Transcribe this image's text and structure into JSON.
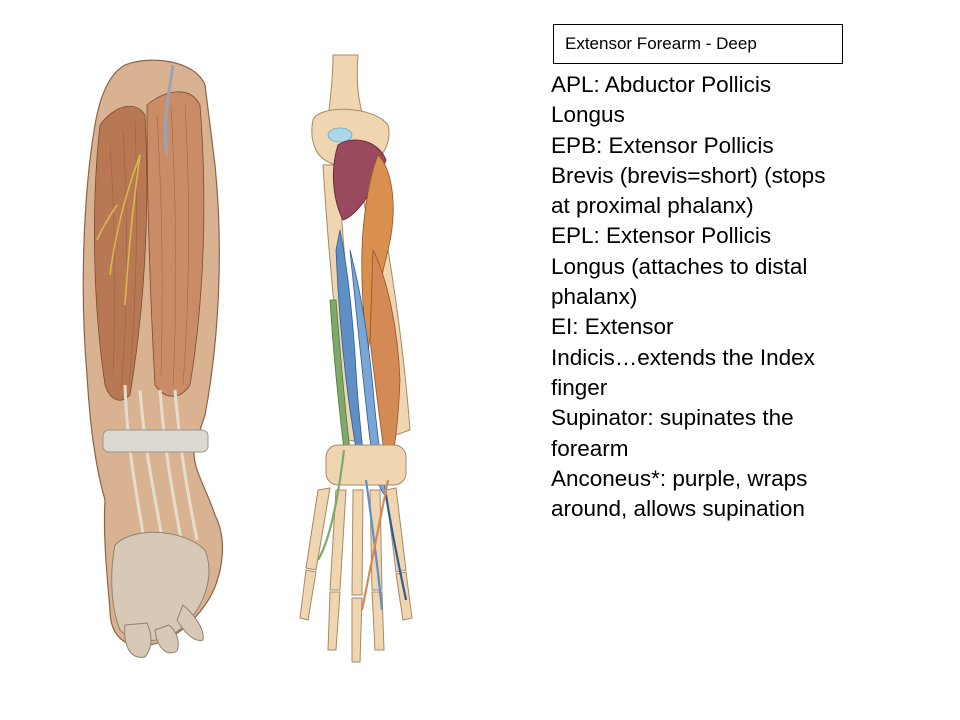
{
  "slide": {
    "title": "Extensor Forearm - Deep",
    "description_lines": [
      "APL: Abductor Pollicis",
      "Longus",
      "EPB: Extensor Pollicis",
      "Brevis (brevis=short) (stops",
      "at proximal phalanx)",
      "EPL: Extensor Pollicis",
      "Longus (attaches to distal",
      "phalanx)",
      "EI: Extensor",
      "Indicis…extends the Index",
      "finger",
      "Supinator: supinates the",
      "forearm",
      "Anconeus*: purple, wraps",
      "around, allows supination"
    ]
  },
  "illustrations": [
    {
      "name": "superficial-forearm-illustration"
    },
    {
      "name": "deep-extensor-forearm-illustration"
    }
  ],
  "colors": {
    "muscle": "#c58a5e",
    "tendon_blue": "#5f8fc4",
    "tendon_green": "#7fa86a",
    "anconeus_purple": "#9b4a5e",
    "bone": "#f0d6b0",
    "cartilage": "#a9d8e8",
    "nerve": "#d8b84a"
  }
}
